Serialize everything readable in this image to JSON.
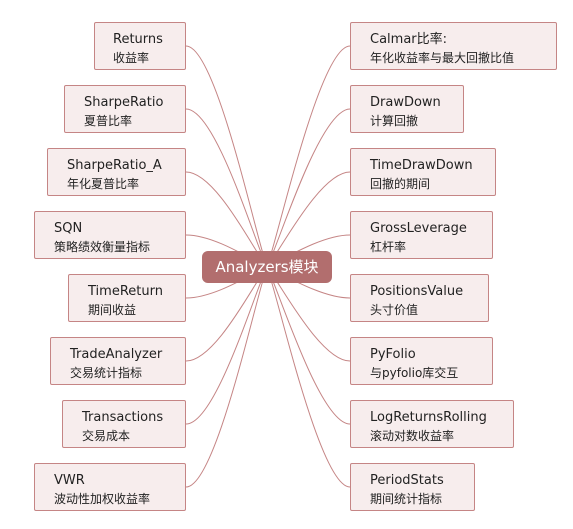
{
  "root": {
    "label": "Analyzers模块"
  },
  "colors": {
    "line": "#c58585",
    "node_fill": "#f7eded",
    "node_border": "#c58585",
    "center_fill": "#b26e6e"
  },
  "left_nodes": [
    {
      "title": "Returns",
      "desc": "收益率"
    },
    {
      "title": "SharpeRatio",
      "desc": "夏普比率"
    },
    {
      "title": "SharpeRatio_A",
      "desc": "年化夏普比率"
    },
    {
      "title": "SQN",
      "desc": "策略绩效衡量指标"
    },
    {
      "title": "TimeReturn",
      "desc": "期间收益"
    },
    {
      "title": "TradeAnalyzer",
      "desc": "交易统计指标"
    },
    {
      "title": "Transactions",
      "desc": "交易成本"
    },
    {
      "title": "VWR",
      "desc": "波动性加权收益率"
    }
  ],
  "right_nodes": [
    {
      "title": "Calmar比率:",
      "desc": "年化收益率与最大回撤比值"
    },
    {
      "title": "DrawDown",
      "desc": "计算回撤"
    },
    {
      "title": "TimeDrawDown",
      "desc": "回撤的期间"
    },
    {
      "title": "GrossLeverage",
      "desc": "杠杆率"
    },
    {
      "title": "PositionsValue",
      "desc": "头寸价值"
    },
    {
      "title": "PyFolio",
      "desc": "与pyfolio库交互"
    },
    {
      "title": "LogReturnsRolling",
      "desc": "滚动对数收益率"
    },
    {
      "title": "PeriodStats",
      "desc": "期间统计指标"
    }
  ]
}
